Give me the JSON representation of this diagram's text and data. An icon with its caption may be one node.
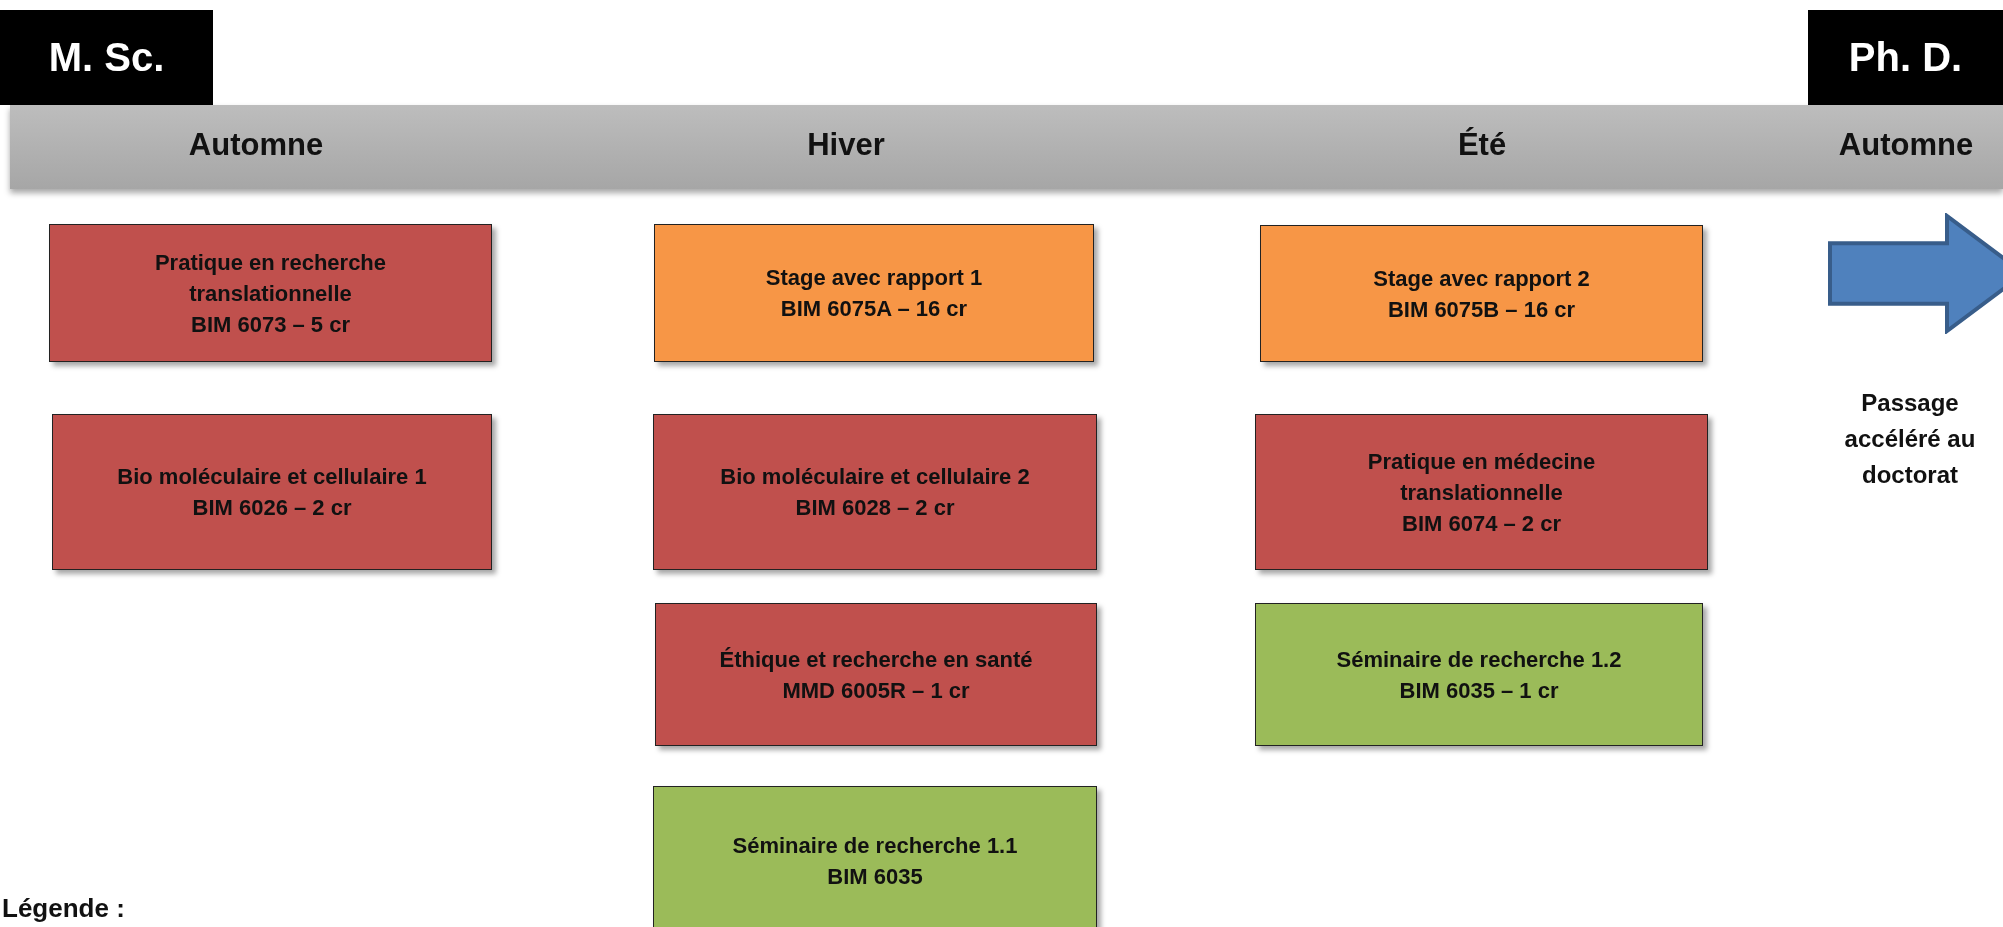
{
  "diagram": {
    "nodes": [
      {
        "text": [
          "M. Sc."
        ]
      },
      {
        "text": [
          "Ph. D."
        ]
      },
      {
        "text": [
          "Automne",
          "Hiver",
          "Été",
          "Automne"
        ]
      },
      {
        "text": [
          "Pratique en recherche translationnelle",
          "BIM 6073 – 5 cr"
        ]
      },
      {
        "text": [
          "Bio moléculaire et cellulaire 1",
          "BIM 6026 – 2 cr"
        ]
      },
      {
        "text": [
          "Stage avec rapport 1",
          "BIM 6075A – 16 cr"
        ]
      },
      {
        "text": [
          "Bio moléculaire et cellulaire 2",
          "BIM 6028 – 2 cr"
        ]
      },
      {
        "text": [
          "Éthique et recherche en santé",
          "MMD 6005R – 1 cr"
        ]
      },
      {
        "text": [
          "Séminaire de recherche 1.1",
          "BIM 6035"
        ]
      },
      {
        "text": [
          "Stage avec rapport 2",
          "BIM 6075B – 16 cr"
        ]
      },
      {
        "text": [
          "Pratique en médecine translationnelle",
          "BIM 6074 – 2 cr"
        ]
      },
      {
        "text": [
          "Séminaire de recherche 1.2",
          "BIM 6035 – 1 cr"
        ]
      },
      {
        "text": [],
        "shape": "arrow",
        "beside": [
          "Passage accéléré au doctorat"
        ]
      }
    ],
    "labels": [
      "Légende :"
    ]
  }
}
